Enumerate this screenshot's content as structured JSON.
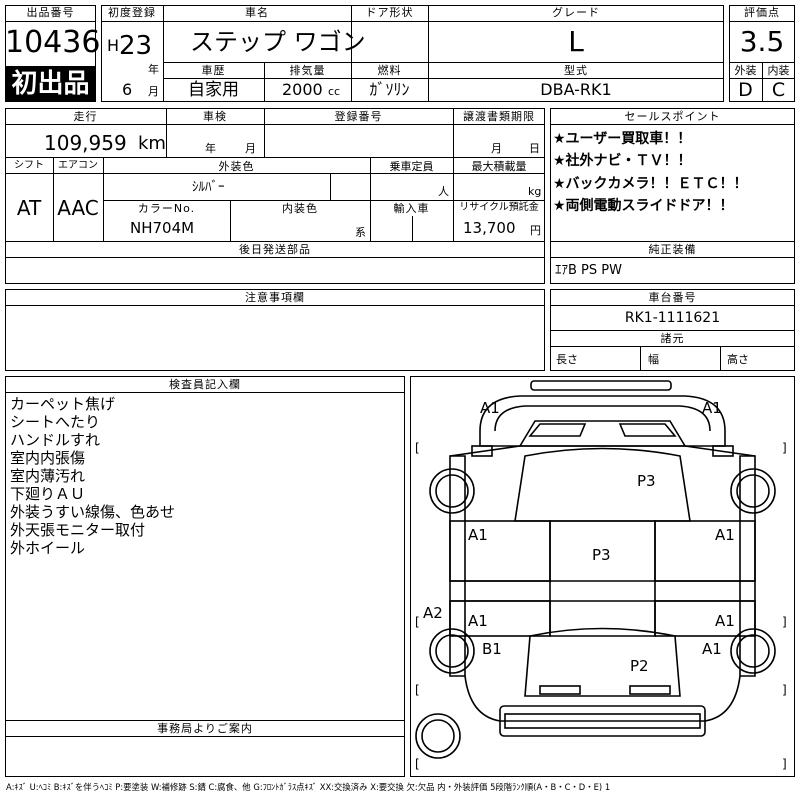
{
  "header": {
    "lot_label": "出品番号",
    "lot_number": "10436",
    "first_time_badge": "初出品",
    "reg_label": "初度登録",
    "era": "H",
    "year": "23",
    "year_unit": "年",
    "month": "6",
    "month_unit": "月",
    "name_label": "車名",
    "car_name": "ステップ ワゴン",
    "door_label": "ドア形状",
    "door_value": "",
    "grade_label": "グレード",
    "grade": "L",
    "score_label": "評価点",
    "score": "3.5",
    "history_label": "車歴",
    "history": "自家用",
    "displacement_label": "排気量",
    "displacement": "2000",
    "displacement_unit": "cc",
    "fuel_label": "燃料",
    "fuel": "ｶﾞｿﾘﾝ",
    "model_label": "型式",
    "model": "DBA-RK1",
    "ext_label": "外装",
    "ext_score": "D",
    "int_label": "内装",
    "int_score": "C"
  },
  "mid": {
    "mileage_label": "走行",
    "mileage": "109,959",
    "mileage_unit": "km",
    "inspection_label": "車検",
    "insp_year": "年",
    "insp_month": "月",
    "regno_label": "登録番号",
    "transfer_label": "譲渡書類期限",
    "transfer_month": "月",
    "transfer_day": "日",
    "shift_label": "シフト",
    "shift": "AT",
    "ac_label": "エアコン",
    "ac": "AAC",
    "color_label": "外装色",
    "color": "ｼﾙﾊﾞｰ",
    "capacity_label": "乗車定員",
    "capacity_unit": "人",
    "load_label": "最大積載量",
    "load_unit": "kg",
    "colorno_label": "カラーNo.",
    "colorno": "NH704M",
    "interior_color_label": "内装色",
    "interior_color_unit": "系",
    "import_label": "輸入車",
    "recycle_label": "リサイクル預託金",
    "recycle": "13,700",
    "recycle_unit": "円",
    "later_label": "後日発送部品"
  },
  "sales": {
    "label": "セールスポイント",
    "points": [
      "★ユーザー買取車！！",
      "★社外ナビ・ＴＶ！！",
      "★バックカメラ！！ＥＴＣ！！",
      "★両側電動スライドドア！！"
    ]
  },
  "equipment": {
    "label": "純正装備",
    "value": "ｴｱB PS PW"
  },
  "notes": {
    "label": "注意事項欄"
  },
  "chassis": {
    "label": "車台番号",
    "value": "RK1-1111621",
    "spec_label": "諸元",
    "length_label": "長さ",
    "width_label": "幅",
    "height_label": "高さ"
  },
  "inspector": {
    "label": "検査員記入欄",
    "lines": [
      "カーペット焦げ",
      "シートへたり",
      "ハンドルすれ",
      "室内内張傷",
      "室内薄汚れ",
      "下廻りＡＵ",
      "外装うすい線傷、色あせ",
      "外天張モニター取付",
      "外ホイール"
    ]
  },
  "office": {
    "label": "事務局よりご案内"
  },
  "diagram": {
    "marks": {
      "a1_top_left": "A1",
      "a1_top_right": "A1",
      "p3_top": "P3",
      "a1_mid_left": "A1",
      "a1_mid_right": "A1",
      "p3_center": "P3",
      "a2_left": "A2",
      "a1_low_left": "A1",
      "a1_low_right": "A1",
      "b1": "B1",
      "a1_rear_right": "A1",
      "p2": "P2"
    },
    "brackets": [
      "[",
      "]",
      "[",
      "]",
      "[",
      "]",
      "[",
      "]"
    ]
  },
  "footer": {
    "legend": "A:ｷｽﾞ U:ﾍｺﾐ B:ｷｽﾞを伴うﾍｺﾐ P:要塗装 W:補修跡 S:錆 C:腐食、他 G:ﾌﾛﾝﾄｶﾞﾗｽ点ｷｽﾞ XX:交換済み X:要交換 欠:欠品 内・外装評価 5段階ﾗﾝｸ順(A・B・C・D・E) 1"
  }
}
